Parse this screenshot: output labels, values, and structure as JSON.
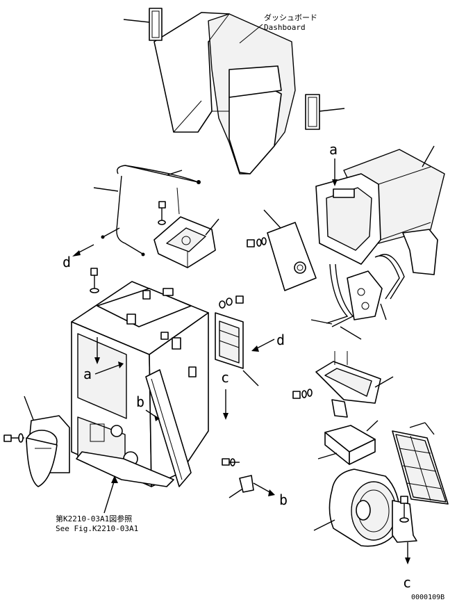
{
  "labels": {
    "dashboard_jp": "ダッシュボード",
    "dashboard_en": "Dashboard",
    "a_top": "a",
    "a_left": "a",
    "b_left": "b",
    "b_right": "b",
    "c_mid": "c",
    "c_bottom": "c",
    "d_left": "d",
    "d_right": "d",
    "ref_jp": "第K2210-03A1図参照",
    "ref_en": "See Fig.K2210-03A1",
    "drawing_no": "0000109B"
  }
}
